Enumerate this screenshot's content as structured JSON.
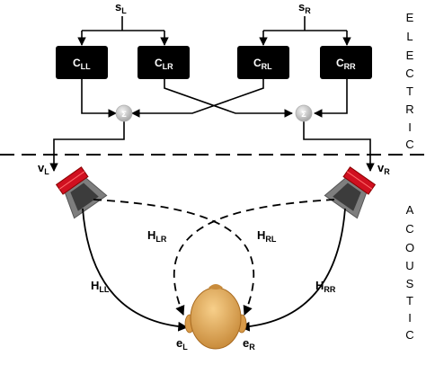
{
  "inputs": {
    "sL": {
      "main": "s",
      "sub": "L"
    },
    "sR": {
      "main": "s",
      "sub": "R"
    }
  },
  "filters": {
    "CLL": {
      "main": "C",
      "sub": "LL"
    },
    "CLR": {
      "main": "C",
      "sub": "LR"
    },
    "CRL": {
      "main": "C",
      "sub": "RL"
    },
    "CRR": {
      "main": "C",
      "sub": "RR"
    }
  },
  "summers": {
    "symbol": "Σ"
  },
  "speakers": {
    "vL": {
      "main": "v",
      "sub": "L"
    },
    "vR": {
      "main": "v",
      "sub": "R"
    }
  },
  "paths": {
    "HLL": {
      "main": "H",
      "sub": "LL"
    },
    "HLR": {
      "main": "H",
      "sub": "LR"
    },
    "HRL": {
      "main": "H",
      "sub": "RL"
    },
    "HRR": {
      "main": "H",
      "sub": "RR"
    }
  },
  "ears": {
    "eL": {
      "main": "e",
      "sub": "L"
    },
    "eR": {
      "main": "e",
      "sub": "R"
    }
  },
  "sections": {
    "electric": [
      "E",
      "L",
      "E",
      "C",
      "T",
      "R",
      "I",
      "C"
    ],
    "acoustic": [
      "A",
      "C",
      "O",
      "U",
      "S",
      "T",
      "I",
      "C"
    ]
  },
  "colors": {
    "filter_box": "#000000",
    "summer": "#c8c8c8",
    "speaker_red": "#d01020",
    "speaker_grey": "#8a8a8a",
    "head": "#e8b063"
  }
}
